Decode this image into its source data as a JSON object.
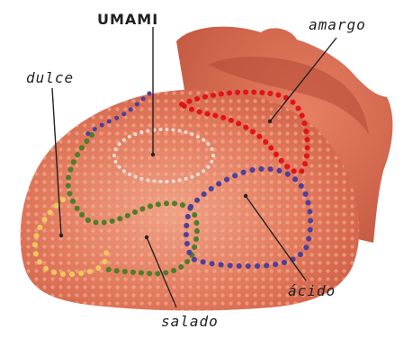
{
  "labels": {
    "umami": "UMAMI",
    "amargo": "amargo",
    "dulce": "dulce",
    "acido": "ácido",
    "salado": "salado"
  },
  "colors": {
    "tongue_base": "#d9654b",
    "tongue_light": "#ee9a7e",
    "tongue_shadow": "#b84a36",
    "umami_outline": "#e9e6e2",
    "amargo_outline": "#e0141a",
    "dulce_outline": "#f2c85a",
    "salado_outline": "#4f7d2a",
    "acido_outline": "#4e3f9a",
    "leader_line": "#222222"
  }
}
